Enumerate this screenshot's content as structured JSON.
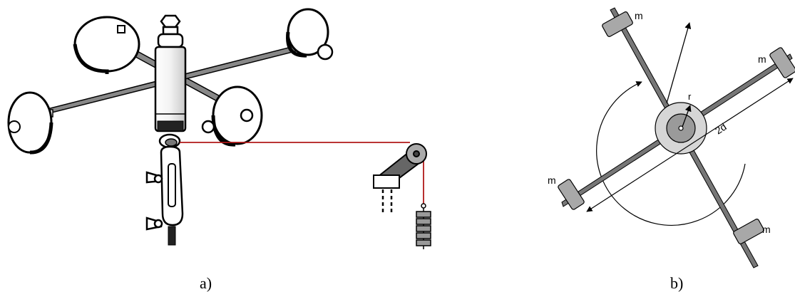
{
  "figure_a": {
    "caption": "a)"
  },
  "figure_b": {
    "caption": "b)",
    "mass_labels": [
      "m",
      "m",
      "m",
      "m"
    ],
    "radius_label": "r",
    "distance_label": "2d"
  },
  "colors": {
    "string": "#b01818",
    "ink": "#000000",
    "mass_fill": "#a8a8a8",
    "hub_fill": "#d6d6d6",
    "hub_inner": "#9a9a9a"
  }
}
